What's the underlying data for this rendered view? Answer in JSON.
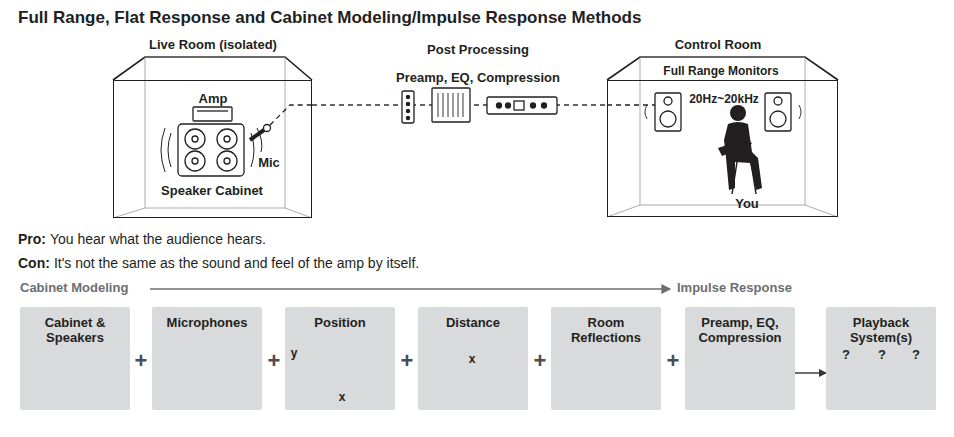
{
  "diagram": {
    "title": "Full Range, Flat Response and Cabinet Modeling/Impulse Response Methods",
    "nodes": [
      {
        "text": [
          "Live Room (isolated)",
          "Amp",
          "Mic",
          "Speaker Cabinet"
        ]
      },
      {
        "text": [
          "Control Room",
          "Full Range Monitors",
          "20Hz~20kHz",
          "You"
        ]
      },
      {
        "text": [
          "Cabinet & Speakers"
        ]
      },
      {
        "text": [
          "Microphones"
        ]
      },
      {
        "text": [
          "Position",
          "y",
          "x"
        ]
      },
      {
        "text": [
          "Distance",
          "x"
        ]
      },
      {
        "text": [
          "Room Reflections"
        ]
      },
      {
        "text": [
          "Preamp, EQ, Compression"
        ]
      },
      {
        "text": [
          "Playback System(s)",
          "?",
          "?",
          "?"
        ]
      }
    ],
    "edges": [
      {
        "from": 0,
        "to": 1,
        "arrow": "none"
      },
      {
        "from": 7,
        "to": 8,
        "arrow": "to"
      }
    ],
    "labels": [
      "Post Processing",
      "Preamp, EQ, Compression",
      "Pro:",
      "You hear what the audience hears.",
      "Con:",
      "It's not the same as the sound and feel of the amp by itself.",
      "Cabinet Modeling",
      "Impulse Response",
      "+",
      "+",
      "+",
      "+",
      "+"
    ]
  }
}
